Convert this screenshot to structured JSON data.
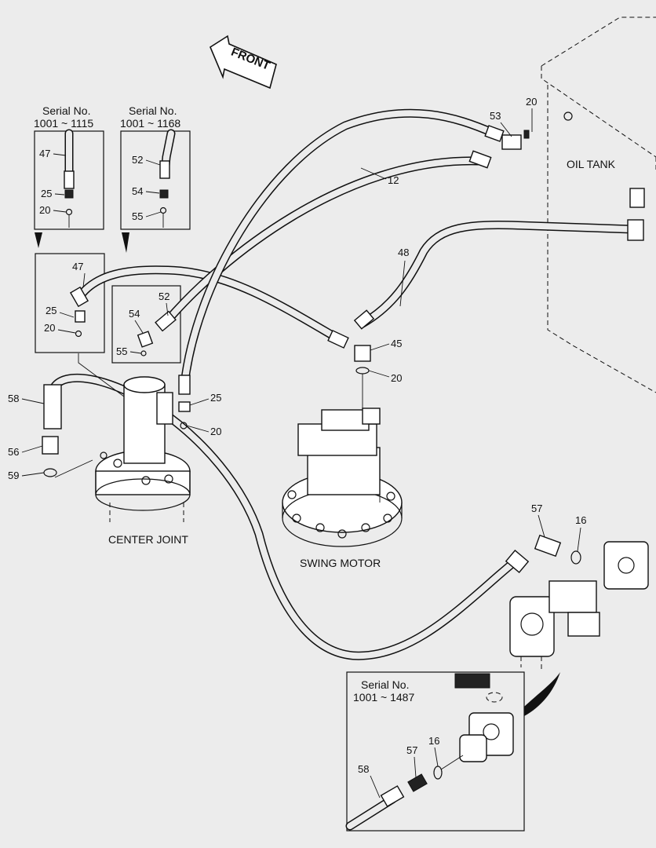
{
  "direction": {
    "front": "FRONT"
  },
  "components": {
    "oil_tank": "OIL TANK",
    "center_joint": "CENTER JOINT",
    "swing_motor": "SWING MOTOR"
  },
  "insets": {
    "a": {
      "serial_title": "Serial No.",
      "serial_range": "1001 ~ 1115",
      "parts": [
        "47",
        "25",
        "20"
      ]
    },
    "b": {
      "serial_title": "Serial No.",
      "serial_range": "1001 ~ 1168",
      "parts": [
        "52",
        "54",
        "55"
      ]
    },
    "c": {
      "serial_title": "Serial No.",
      "serial_range": "1001 ~ 1487",
      "parts": [
        "58",
        "57",
        "16"
      ]
    }
  },
  "callouts": {
    "p12": "12",
    "p16": "16",
    "p20_tank": "20",
    "p20_motor": "20",
    "p20_joint": "20",
    "p20_mid": "20",
    "p25_joint": "25",
    "p25_mid": "25",
    "p45": "45",
    "p47": "47",
    "p48": "48",
    "p52": "52",
    "p53": "53",
    "p54": "54",
    "p55": "55",
    "p56": "56",
    "p57": "57",
    "p58": "58",
    "p59": "59"
  }
}
